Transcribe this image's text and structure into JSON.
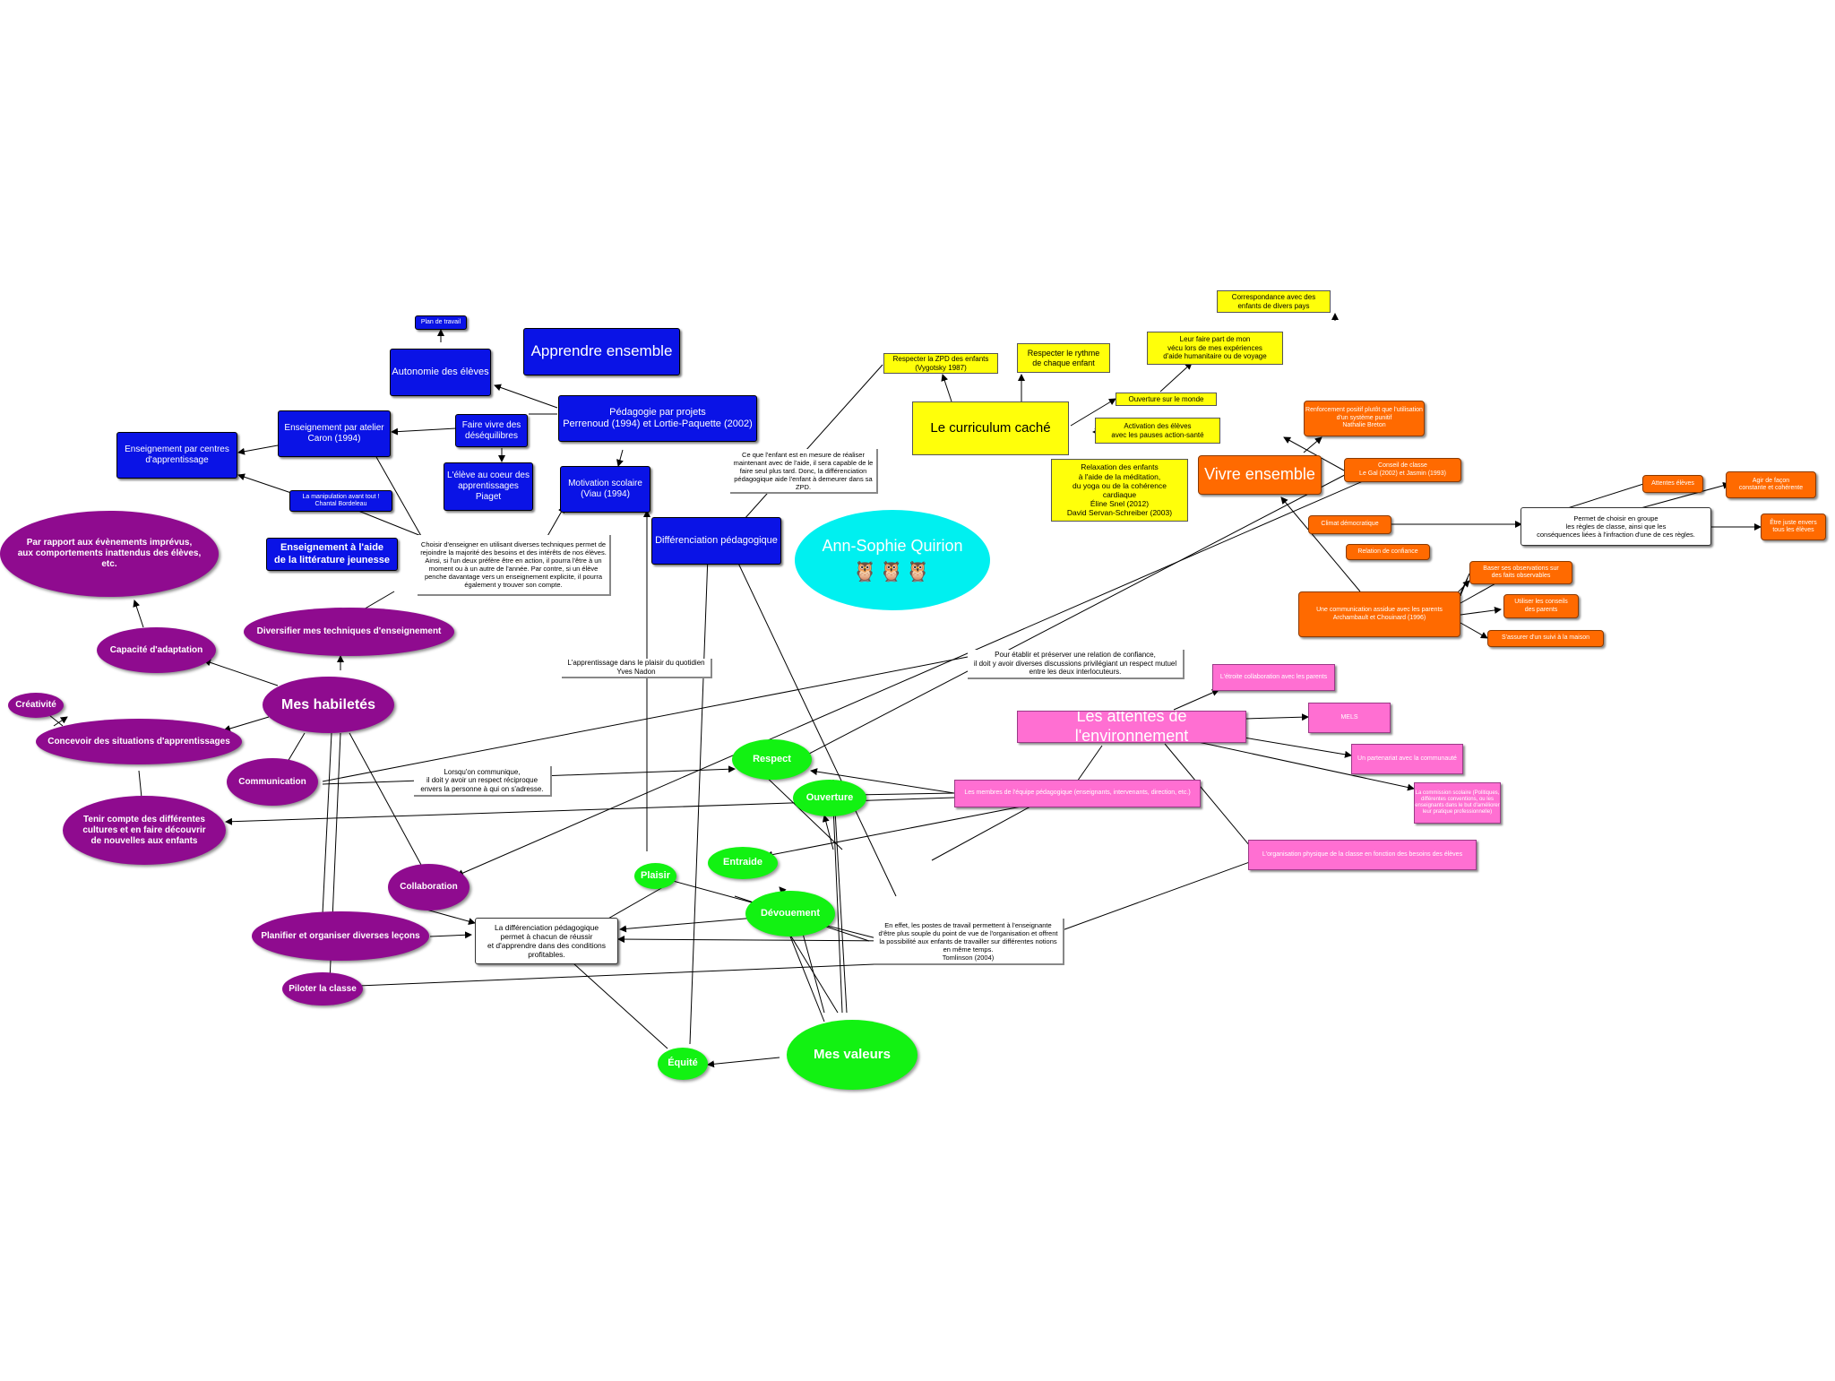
{
  "title": "Ann-Sophie Quirion",
  "colors": {
    "blue": "#0a13e6",
    "yellow": "#ffff0a",
    "orange": "#ff6a00",
    "pink": "#ff6fd2",
    "purple": "#8f0b8f",
    "green": "#12f212",
    "cyan": "#00f0f0"
  },
  "icons": {
    "owls": "owl-icons"
  },
  "nodes": {
    "plan_travail": "Plan de travail",
    "autonomie": "Autonomie des élèves",
    "apprendre_ensemble": "Apprendre ensemble",
    "pedagogie_projets": "Pédagogie par projets\nPerrenoud (1994) et Lortie-Paquette (2002)",
    "faire_vivre": "Faire vivre des\ndéséquilibres",
    "enseignement_atelier": "Enseignement par atelier\nCaron (1994)",
    "enseignement_centres": "Enseignement par centres\nd'apprentissage",
    "eleve_coeur": "L'élève au coeur des\napprentissages\nPiaget",
    "motivation": "Motivation scolaire\n(Viau (1994)",
    "manipulation": "La manipulation avant tout !\nChantal Bordeleau",
    "litterature": "Enseignement à l'aide\nde la littérature jeunesse",
    "differenciation": "Différenciation pédagogique",
    "choisir_enseigner": "Choisir d'enseigner en utilisant diverses techniques permet de rejoindre la majorité des besoins et des intérêts de nos élèves. Ainsi, si l'un deux préfère être en action, il pourra l'être à un moment ou à un autre de l'année. Par contre, si un élève penche davantage vers un enseignement explicite, il pourra également y trouver son compte.",
    "zpd_note": "Ce que l'enfant est en mesure de réaliser maintenant avec de l'aide, il sera capable de le faire seul plus tard. Donc, la différenciation pédagogique aide l'enfant à demeurer dans sa ZPD.",
    "respecter_zpd": "Respecter la ZPD des enfants\n(Vygotsky 1987)",
    "respecter_rythme": "Respecter le rythme\nde chaque enfant",
    "curriculum": "Le curriculum caché",
    "correspondance": "Correspondance avec des\nenfants de divers pays",
    "leur_faire": "Leur faire part de mon\nvécu lors de mes expériences\nd'aide humanitaire ou de voyage",
    "ouverture_monde": "Ouverture sur le monde",
    "activation": "Activation des élèves\navec les pauses action-santé",
    "relaxation": "Relaxation des enfants\nà l'aide de la méditation,\ndu yoga ou de la cohérence\ncardiaque\nÉline Snel (2012)\nDavid Servan-Schreiber (2003)",
    "renforcement": "Renforcement positif plutôt que l'utilisation d'un système punitif\nNathalie Breton",
    "vivre_ensemble": "Vivre ensemble",
    "conseil_classe": "Conseil de classe\nLe Gal (2002) et Jasmin (1993)",
    "climat": "Climat démocratique",
    "permet_choisir": "Permet de choisir en groupe\nles règles de classe, ainsi que les\nconséquences liées à l'infraction d'une de ces règles.",
    "attentes_eleves": "Attentes élèves",
    "agir_facon": "Agir de façon\nconstante et cohérente",
    "etre_juste": "Être juste envers\ntous les élèves",
    "relation_confiance": "Relation de confiance",
    "baser_observations": "Baser ses observations sur\ndes faits observables",
    "communication_assidue": "Une communication assidue avec les parents\nArchambault et Chouinard (1996)",
    "utiliser_conseils": "Utiliser les conseils\ndes parents",
    "assurer_suivi": "S'assurer d'un suivi à la maison",
    "relation_mutuelle": "Pour établir et préserver une relation de confiance,\nil doit y avoir diverses discussions privilégiant un respect mutuel\nentre les deux interlocuteurs.",
    "etroite_collab": "L'étroite collaboration avec les parents",
    "mels": "MELS",
    "attentes_env": "Les attentes de l'environnement",
    "partenariat": "Un partenariat avec la communauté",
    "commission": "La commission scolaire (Politiques, différentes conventions, ou les enseignants dans le but d'améliorer leur pratique professionnelle)",
    "membres_equipe": "Les membres de l'équipe pédagogique (enseignants, intervenants, direction, etc.)",
    "organisation_physique": "L'organisation physique de la classe en fonction des besoins des élèves",
    "par_rapport": "Par rapport aux évènements imprévus,\naux comportements inattendus des élèves,\netc.",
    "capacite": "Capacité d'adaptation",
    "diversifier": "Diversifier mes techniques d'enseignement",
    "creativite": "Créativité",
    "mes_habiletes": "Mes habiletés",
    "concevoir": "Concevoir des situations d'apprentissages",
    "communication": "Communication",
    "tenir_compte": "Tenir compte des différentes\ncultures et en faire découvrir\nde nouvelles aux enfants",
    "collaboration": "Collaboration",
    "planifier": "Planifier et organiser diverses leçons",
    "piloter": "Piloter la classe",
    "apprentissage_plaisir": "L'apprentissage dans le plaisir du quotidien\nYves Nadon",
    "lorsquon": "Lorsqu'on communique,\nil doit y avoir un respect réciproque\nenvers la personne à qui on s'adresse.",
    "respect": "Respect",
    "ouverture": "Ouverture",
    "plaisir": "Plaisir",
    "entraide": "Entraide",
    "devouement": "Dévouement",
    "equite": "Équité",
    "mes_valeurs": "Mes valeurs",
    "diff_chacun": "La différenciation pédagogique\npermet à chacun de réussir\net d'apprendre dans des conditions\nprofitables.",
    "postes_travail": "En effet, les postes de travail permettent à l'enseignante d'être plus souple du point de vue de l'organisation et offrent la possibilité aux enfants de travailler sur différentes notions en même temps.\nTomlinson (2004)"
  }
}
